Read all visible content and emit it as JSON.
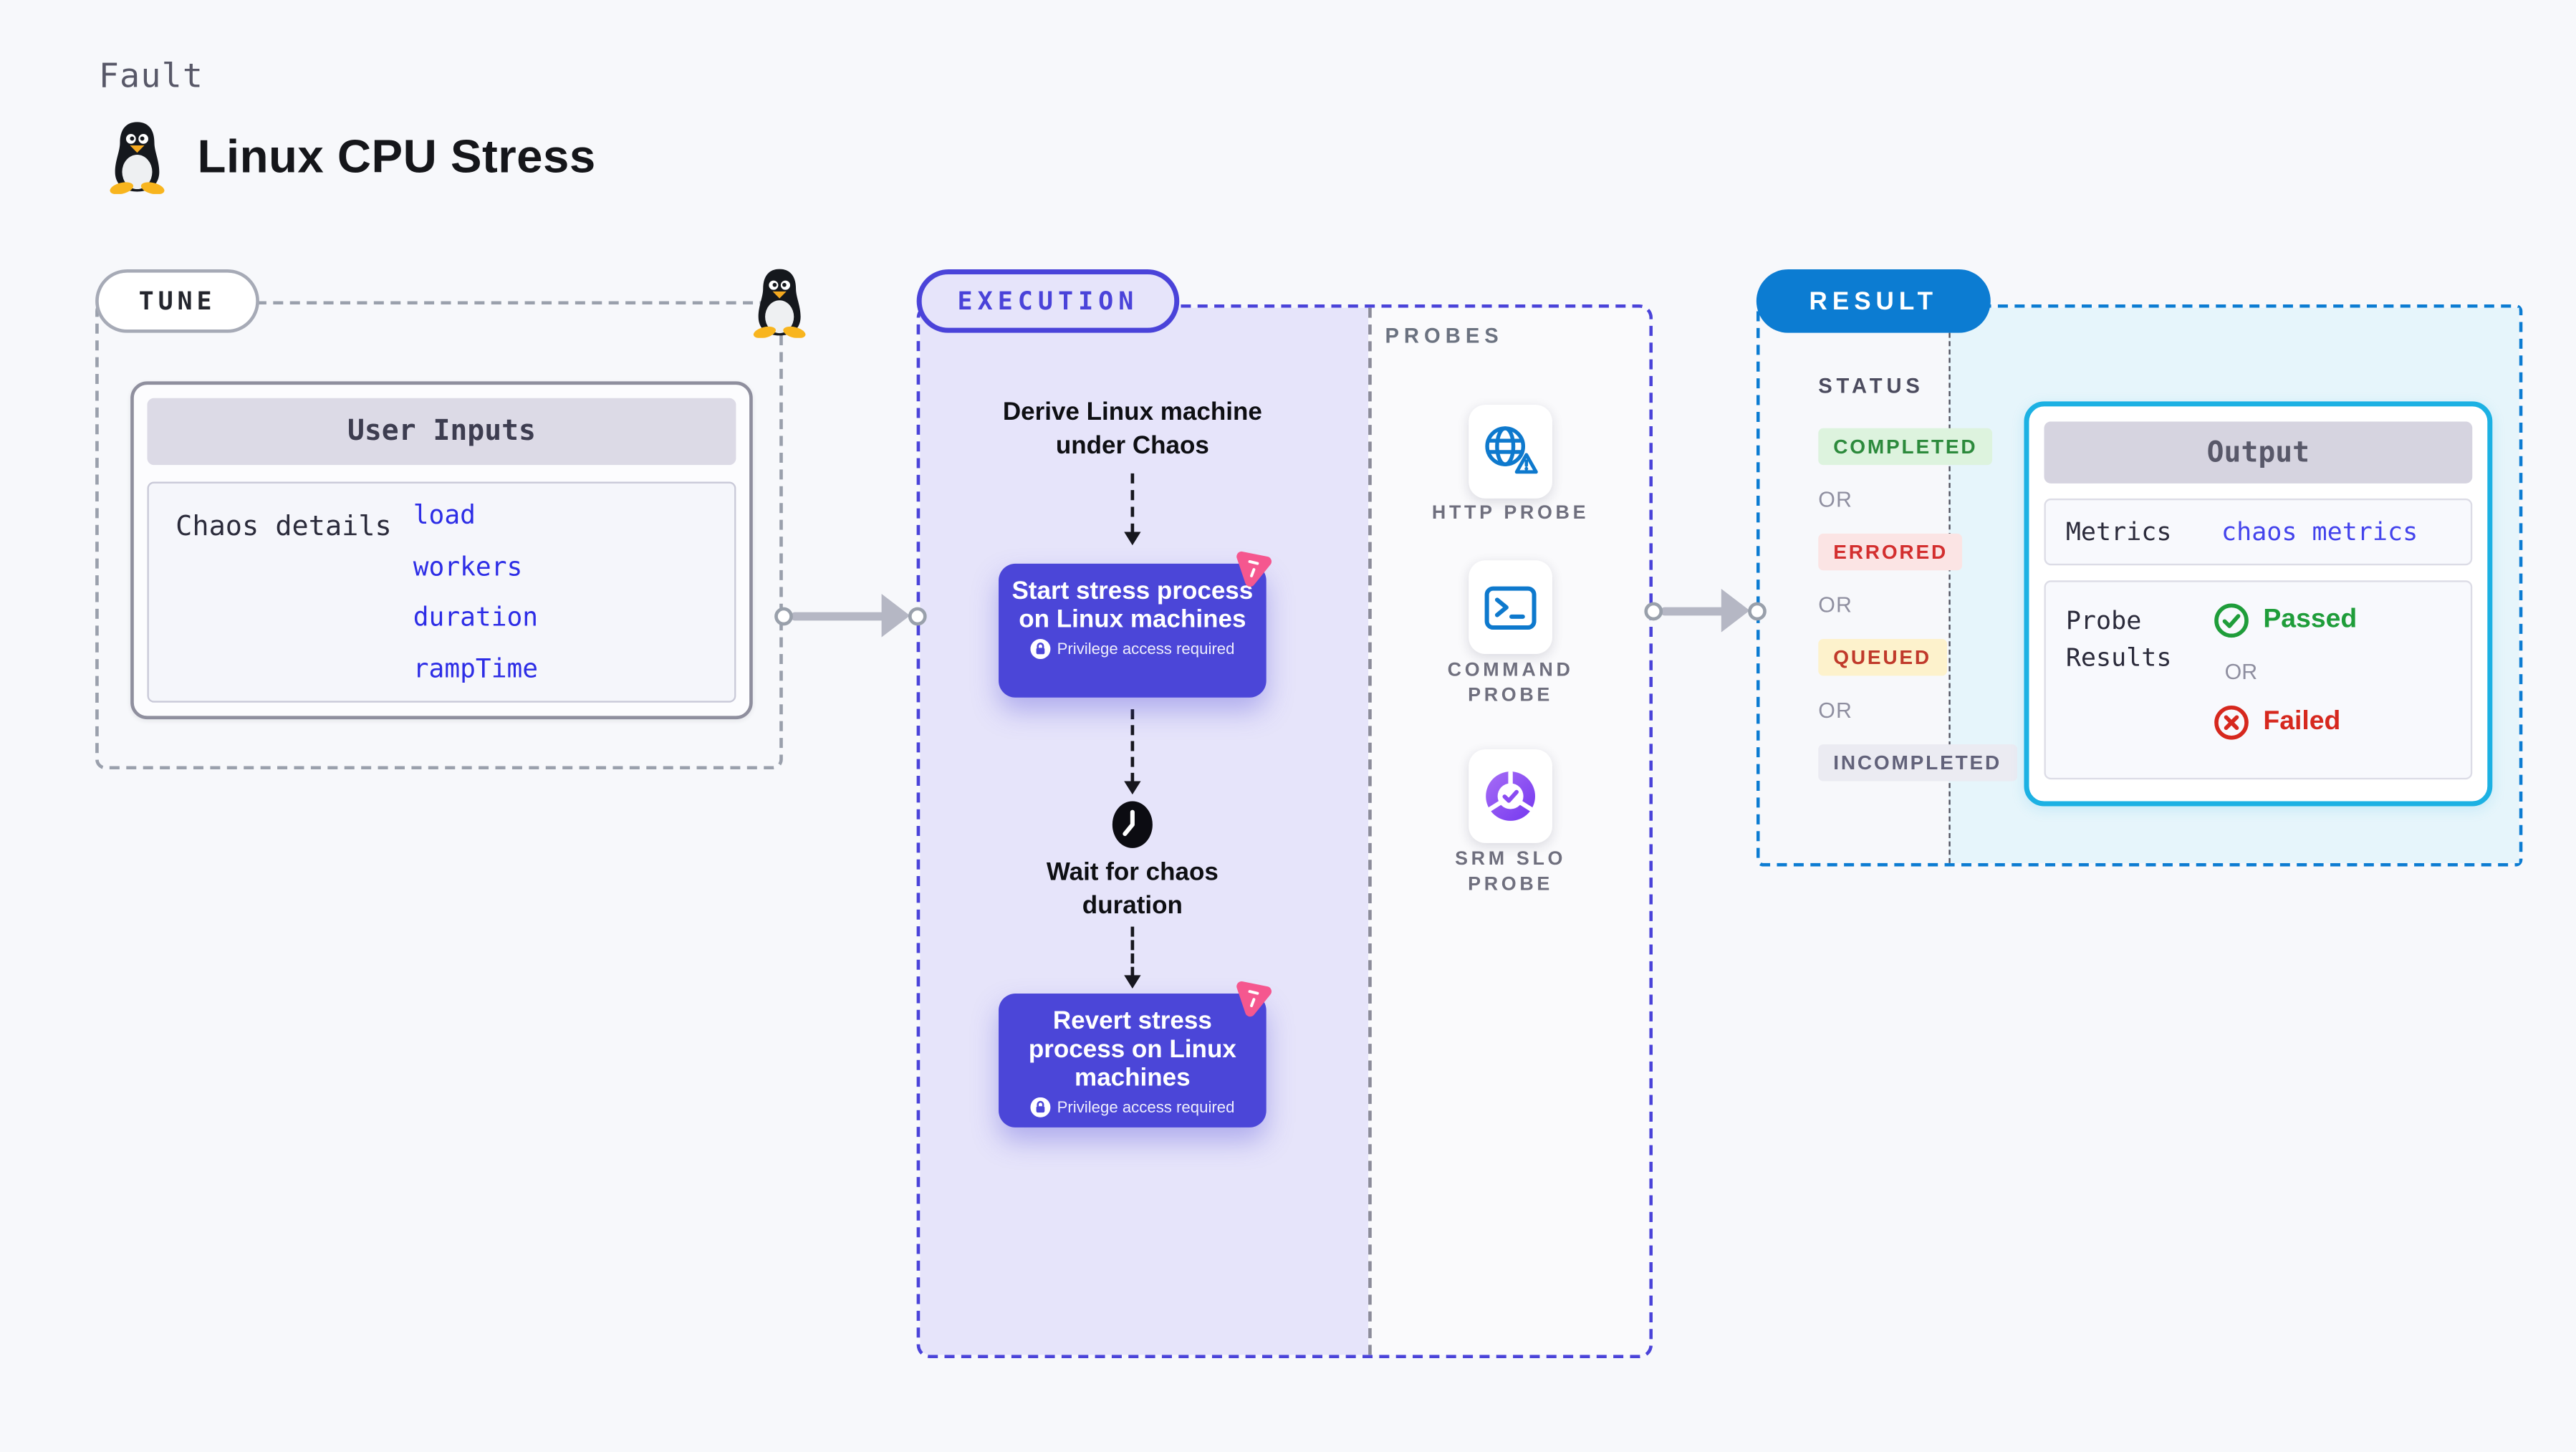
{
  "page": {
    "fault_label": "Fault",
    "title": "Linux CPU Stress"
  },
  "tune": {
    "label": "TUNE",
    "user_inputs": {
      "header": "User Inputs",
      "row_label": "Chaos details",
      "links": [
        "load",
        "workers",
        "duration",
        "rampTime"
      ]
    }
  },
  "execution": {
    "label": "EXECUTION",
    "derive_text": "Derive Linux machine under Chaos",
    "start_node": "Start stress process on Linux machines",
    "wait_text": "Wait for chaos duration",
    "revert_node": "Revert stress process on Linux machines",
    "privilege_note": "Privilege access required",
    "probes": {
      "label": "PROBES",
      "items": [
        {
          "label": "HTTP PROBE",
          "icon": "globe-alert-icon"
        },
        {
          "label": "COMMAND PROBE",
          "icon": "terminal-icon"
        },
        {
          "label": "SRM SLO PROBE",
          "icon": "slo-donut-icon"
        }
      ]
    }
  },
  "result": {
    "label": "RESULT",
    "status": {
      "label": "STATUS",
      "or_label": "OR",
      "badges": [
        {
          "text": "COMPLETED",
          "fg": "#2c8a3c",
          "bg": "#ddf3de"
        },
        {
          "text": "ERRORED",
          "fg": "#d32f2f",
          "bg": "#fbe4e4"
        },
        {
          "text": "QUEUED",
          "fg": "#c03a2b",
          "bg": "#fdf2cc"
        },
        {
          "text": "INCOMPLETED",
          "fg": "#62627a",
          "bg": "#ebebf2"
        }
      ]
    },
    "output": {
      "header": "Output",
      "metrics_label": "Metrics",
      "metrics_link": "chaos metrics",
      "probe_results_label": "Probe Results",
      "passed_label": "Passed",
      "or_label": "OR",
      "failed_label": "Failed"
    }
  },
  "colors": {
    "page_bg": "#f7f8fb",
    "accent_indigo": "#4a43d9",
    "execution_bg": "#e6e4fa",
    "node_purple": "#4b46d8",
    "chaos_pink": "#f5578f",
    "result_blue": "#0c7cd2",
    "result_bg": "#e6f5fb",
    "output_border_cyan": "#1cb1e3",
    "link_blue": "#2d2de6",
    "probe_icon_blue": "#0e79cd",
    "passed_green": "#1f9d3a",
    "failed_red": "#d6281e"
  }
}
